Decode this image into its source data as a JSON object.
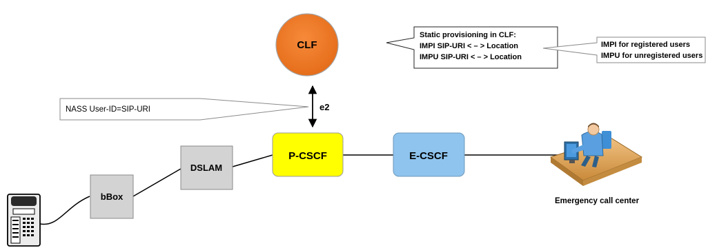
{
  "nodes": {
    "clf": "CLF",
    "pcscf": "P-CSCF",
    "ecscf": "E-CSCF",
    "dslam": "DSLAM",
    "bbox": "bBox"
  },
  "interface_label": "e2",
  "callouts": {
    "nass": "NASS User-ID=SIP-URI",
    "clf_provisioning": [
      "Static provisioning in CLF:",
      "IMPI SIP-URI < – > Location",
      "IMPU SIP-URI < – > Location"
    ],
    "identity_types": [
      "IMPI for registered users",
      "IMPU for unregistered users"
    ]
  },
  "emergency_label": "Emergency call center",
  "colors": {
    "clf_fill": "#f07a28",
    "pcscf_fill": "#ffff00",
    "ecscf_fill": "#8ec4ee",
    "access_fill": "#d3d3d3",
    "line": "#000000"
  },
  "icons": {
    "phone": "desk-phone-icon",
    "operator": "call-center-operator-icon"
  }
}
